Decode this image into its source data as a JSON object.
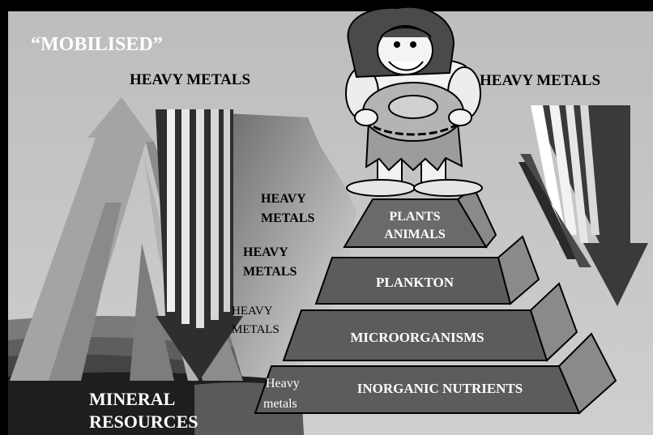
{
  "labels": {
    "mobilised": "“MOBILISED”",
    "heavy_metals_top_left": "HEAVY METALS",
    "heavy_metals_top_right": "HEAVY METALS",
    "heavy_metals_1_line1": "HEAVY",
    "heavy_metals_1_line2": "METALS",
    "heavy_metals_2_line1": "HEAVY",
    "heavy_metals_2_line2": "METALS",
    "heavy_metals_3_line1": "HEAVY",
    "heavy_metals_3_line2": "METALS",
    "heavy_metals_4_line1": "Heavy",
    "heavy_metals_4_line2": "metals",
    "mineral_line1": "MINERAL",
    "mineral_line2": "RESOURCES"
  },
  "pyramid": {
    "level1_line1": "PLANTS",
    "level1_line2": "ANIMALS",
    "level2": "PLANKTON",
    "level3": "MICROORGANISMS",
    "level4": "INORGANIC NUTRIENTS"
  },
  "colors": {
    "frame": "#000000",
    "background": "#c0c0c0",
    "arrow_light": "#9a9a9a",
    "arrow_dark": "#4a4a4a",
    "pyramid_front": "#5c5c5c",
    "pyramid_side": "#8a8a8a",
    "ground_dark": "#1e1e1e"
  }
}
